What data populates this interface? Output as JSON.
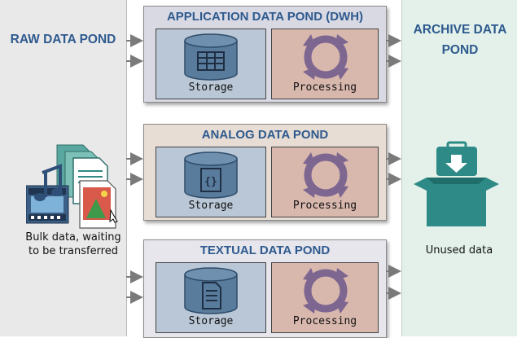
{
  "raw": {
    "title": "RAW DATA POND",
    "bulk_text": "Bulk data, waiting to be transferred"
  },
  "archive": {
    "title": "ARCHIVE DATA POND",
    "unused_text": "Unused data"
  },
  "ponds": [
    {
      "title": "APPLICATION DATA POND (DWH)",
      "storage_label": "Storage",
      "processing_label": "Processing",
      "storage_icon": "table-icon",
      "bg": "#d9d9e4",
      "storage_bg": "#b9c7d6",
      "proc_bg": "#d8b7ad"
    },
    {
      "title": "ANALOG DATA POND",
      "storage_label": "Storage",
      "processing_label": "Processing",
      "storage_icon": "braces-document-icon",
      "bg": "#e7ddd4",
      "storage_bg": "#b9c7d6",
      "proc_bg": "#d8b7ad"
    },
    {
      "title": "TEXTUAL DATA POND",
      "storage_label": "Storage",
      "processing_label": "Processing",
      "storage_icon": "text-document-icon",
      "bg": "#e6e6ec",
      "storage_bg": "#b9c7d6",
      "proc_bg": "#d8b7ad"
    }
  ],
  "colors": {
    "heading": "#2e5a8e",
    "cylinder": "#5a7c9c",
    "cycle": "#7d6690",
    "box": "#2e8a86",
    "arrow": "#7a7a7a"
  }
}
